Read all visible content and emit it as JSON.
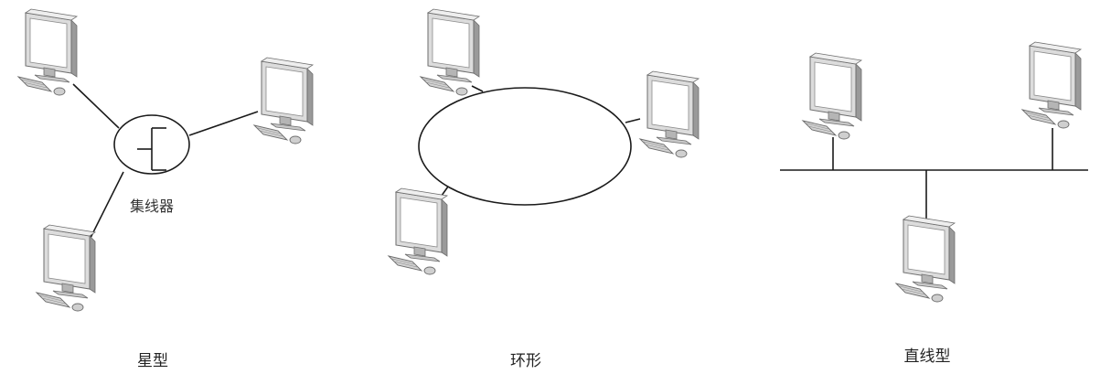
{
  "topologies": {
    "star": {
      "caption": "星型",
      "hub_label": "集线器"
    },
    "ring": {
      "caption": "环形"
    },
    "bus": {
      "caption": "直线型"
    }
  },
  "colors": {
    "line": "#1a1a1a",
    "monitor_light": "#f2f2f2",
    "monitor_mid": "#cfcfcf",
    "monitor_dark": "#8c8c8c",
    "screen": "#ffffff"
  },
  "icons": {
    "computer": "desktop-computer-icon"
  }
}
